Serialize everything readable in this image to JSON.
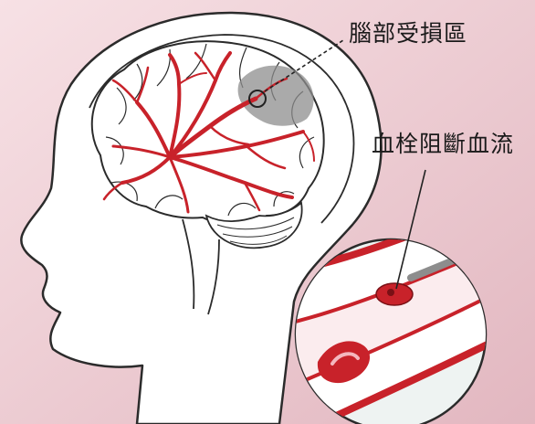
{
  "labels": {
    "damaged_area": "腦部受損區",
    "clot_blocks_flow": "血栓阻斷血流"
  },
  "colors": {
    "background_top": "#f6dde2",
    "background_bottom": "#e3bcc4",
    "head_fill": "#ffffff",
    "outline": "#2b2b2b",
    "artery": "#c8222a",
    "vessel_wall": "#c8222a",
    "damaged_area": "#8d8d8d",
    "leader_line": "#222222"
  },
  "icons": {
    "head": "human-head-profile",
    "brain": "brain-with-arteries",
    "zoom": "magnified-artery-with-clot"
  }
}
